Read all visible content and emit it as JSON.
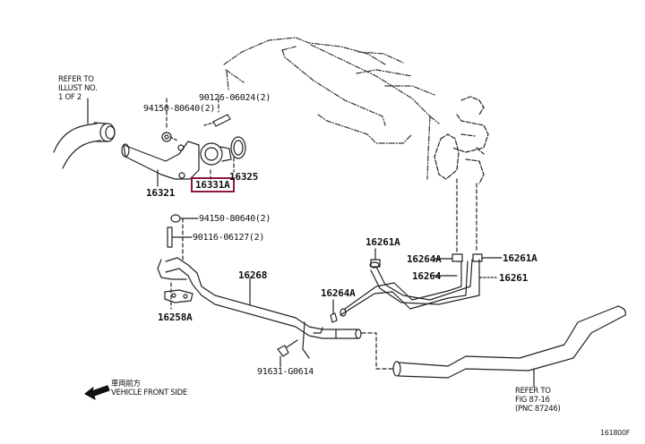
{
  "diagram": {
    "title": "Water pipe / thermostat parts diagram",
    "highlight_color": "#8b1a3a",
    "references": {
      "top_left": [
        "REFER TO",
        "ILLUST NO.",
        "1 OF 2"
      ],
      "bottom_right": [
        "REFER  TO",
        "FIG 87-16",
        "(PNC 87246)"
      ]
    },
    "part_labels": {
      "nut_top": "94150-80640(2)",
      "stud_top": "90126-06024(2)",
      "water_inlet": "16321",
      "thermostat": "16331A",
      "gasket": "16325",
      "nut_mid": "94150-80640(2)",
      "stud_mid": "90116-06127(2)",
      "pipe": "16268",
      "bracket": "16258A",
      "bolt": "91631-G0614",
      "clamp_left": "16264A",
      "clamp_top_left": "16261A",
      "clamp_mid": "16264A",
      "clamp_right": "16261A",
      "hose_mid": "16264",
      "hose_right": "16261"
    },
    "legend": {
      "japanese": "車両前方",
      "english": "VEHICLE FRONT SIDE",
      "arrow_icon": "arrow-left-icon"
    },
    "figure_code": "161800F"
  }
}
